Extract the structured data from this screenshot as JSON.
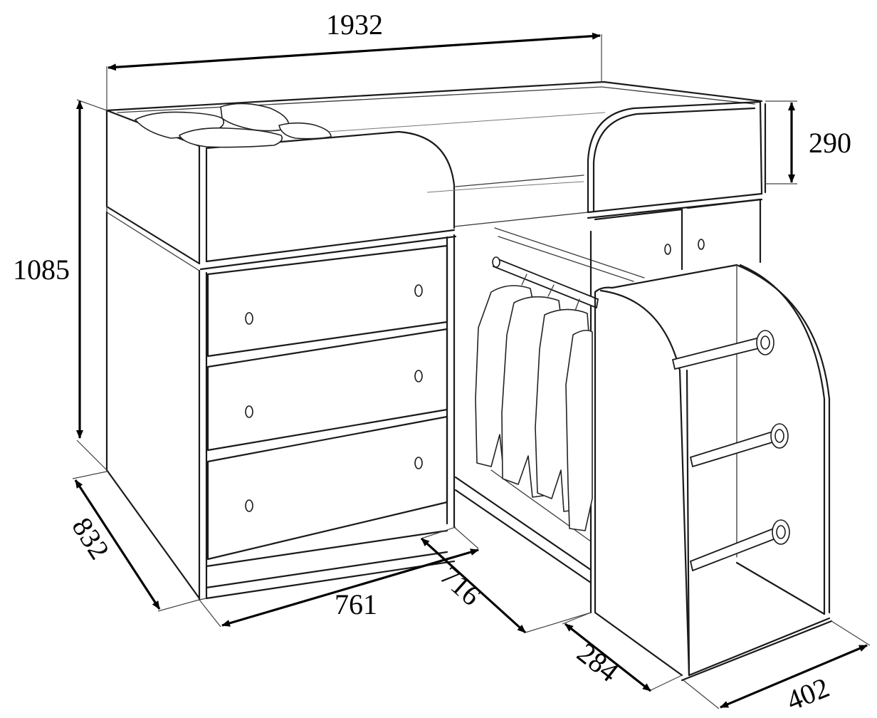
{
  "diagram": {
    "type": "technical-dimension-drawing",
    "dimensions": {
      "overall_length": "1932",
      "overall_height": "1085",
      "side_height": "290",
      "depth": "832",
      "chest_width": "761",
      "chest_depth": "716",
      "step_offset": "284",
      "stair_width": "402"
    },
    "colors": {
      "line": "#1a1a1a",
      "background": "#ffffff"
    }
  }
}
